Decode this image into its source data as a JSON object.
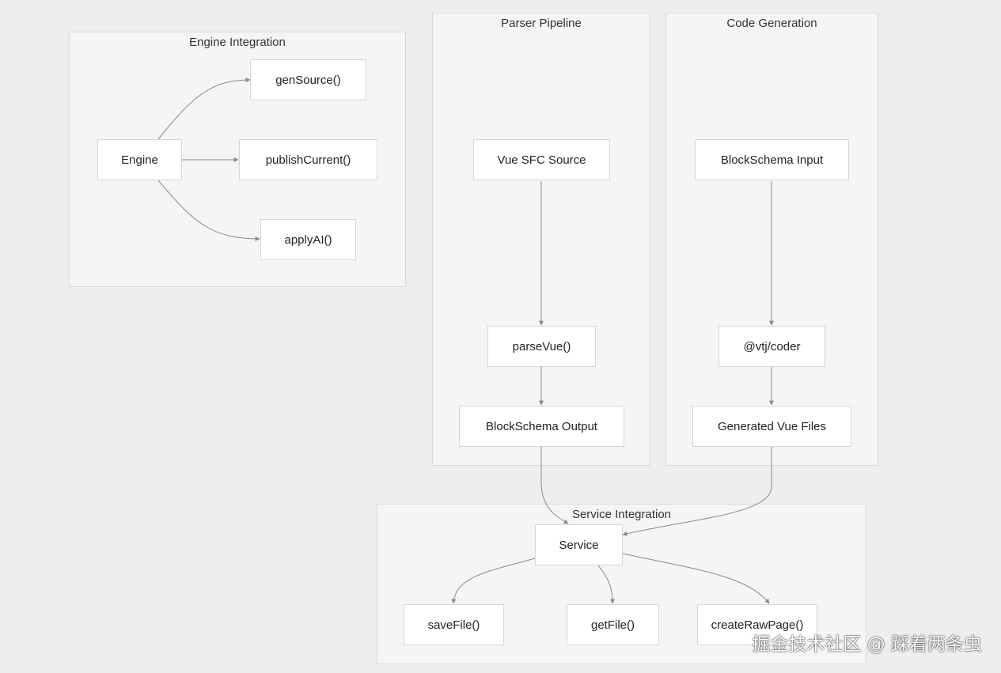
{
  "clusters": {
    "engine": "Engine Integration",
    "parser": "Parser Pipeline",
    "codegen": "Code Generation",
    "service": "Service Integration"
  },
  "nodes": {
    "engine": "Engine",
    "gen_source": "genSource()",
    "publish_current": "publishCurrent()",
    "apply_ai": "applyAI()",
    "vue_sfc_source": "Vue SFC Source",
    "parse_vue": "parseVue()",
    "blockschema_output": "BlockSchema Output",
    "blockschema_input": "BlockSchema Input",
    "vtj_coder": "@vtj/coder",
    "generated_vue_files": "Generated Vue Files",
    "service": "Service",
    "save_file": "saveFile()",
    "get_file": "getFile()",
    "create_raw_page": "createRawPage()"
  },
  "edges": [
    [
      "engine",
      "gen_source"
    ],
    [
      "engine",
      "publish_current"
    ],
    [
      "engine",
      "apply_ai"
    ],
    [
      "vue_sfc_source",
      "parse_vue"
    ],
    [
      "parse_vue",
      "blockschema_output"
    ],
    [
      "blockschema_input",
      "vtj_coder"
    ],
    [
      "vtj_coder",
      "generated_vue_files"
    ],
    [
      "blockschema_output",
      "service"
    ],
    [
      "generated_vue_files",
      "service"
    ],
    [
      "service",
      "save_file"
    ],
    [
      "service",
      "get_file"
    ],
    [
      "service",
      "create_raw_page"
    ]
  ],
  "watermark": "掘金技术社区 @ 踩着两条虫",
  "colors": {
    "background": "#efeeec",
    "cluster_fill": "#f5f5f5",
    "node_fill": "#ffffff",
    "edge": "#8a8a8a"
  }
}
